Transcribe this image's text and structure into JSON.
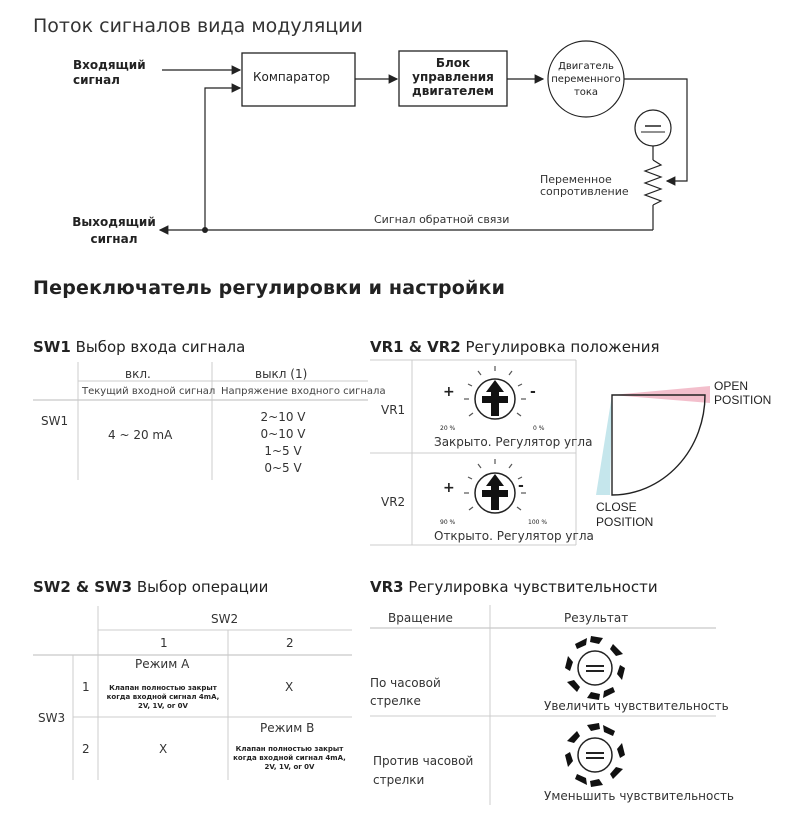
{
  "flow": {
    "title": "Поток сигналов вида модуляции",
    "input_signal": [
      "Входящий",
      "сигнал"
    ],
    "comparator": "Компаратор",
    "motor_control": [
      "Блок",
      "управления",
      "двигателем"
    ],
    "ac_motor": [
      "Двигатель",
      "переменного",
      "тока"
    ],
    "variable_resistor": [
      "Переменное",
      "сопротивление"
    ],
    "feedback": "Сигнал обратной связи",
    "output_signal": [
      "Выходящий",
      "сигнал"
    ]
  },
  "settings_title": "Переключатель регулировки и настройки",
  "sw1": {
    "heading_code": "SW1",
    "heading_text": "Выбор входа сигнала",
    "col_on": "вкл.",
    "col_off": "выкл (1)",
    "sub_on": "Текущий входной сигнал",
    "sub_off": "Напряжение входного сигнала",
    "row_label": "SW1",
    "current_value": "4 ~ 20 mA",
    "voltage_values": [
      "2~10 V",
      "0~10 V",
      "1~5 V",
      "0~5 V"
    ]
  },
  "vr12": {
    "heading_code": "VR1 & VR2",
    "heading_text": "Регулировка положения",
    "vr1_label": "VR1",
    "vr1_left_pct": "20 %",
    "vr1_right_pct": "0 %",
    "vr1_caption": "Закрыто. Регулятор угла",
    "vr2_label": "VR2",
    "vr2_left_pct": "90 %",
    "vr2_right_pct": "100 %",
    "vr2_caption": "Открыто. Регулятор угла",
    "open_position": [
      "OPEN",
      "POSITION"
    ],
    "close_position": [
      "CLOSE",
      "POSITION"
    ],
    "plus": "+",
    "minus": "-"
  },
  "sw23": {
    "heading_code": "SW2 & SW3",
    "heading_text": "Выбор операции",
    "sw2_label": "SW2",
    "col1": "1",
    "col2": "2",
    "sw3_label": "SW3",
    "row1": "1",
    "row2": "2",
    "mode_a": "Режим А",
    "mode_a_note": "Клапан полностью закрыт когда входной сигнал 4mA, 2V, 1V, or 0V",
    "mode_b": "Режим В",
    "mode_b_note": "Клапан полностью закрыт когда входной сигнал 4mA, 2V, 1V, or 0V",
    "x1": "X",
    "x2": "X"
  },
  "vr3": {
    "heading_code": "VR3",
    "heading_text": "Регулировка чувствительности",
    "col_rotation": "Вращение",
    "col_result": "Результат",
    "cw": [
      "По часовой",
      "стрелке"
    ],
    "cw_result": "Увеличить чувствительность",
    "ccw": [
      "Против часовой",
      "стрелки"
    ],
    "ccw_result": "Уменьшить чувствительность"
  }
}
